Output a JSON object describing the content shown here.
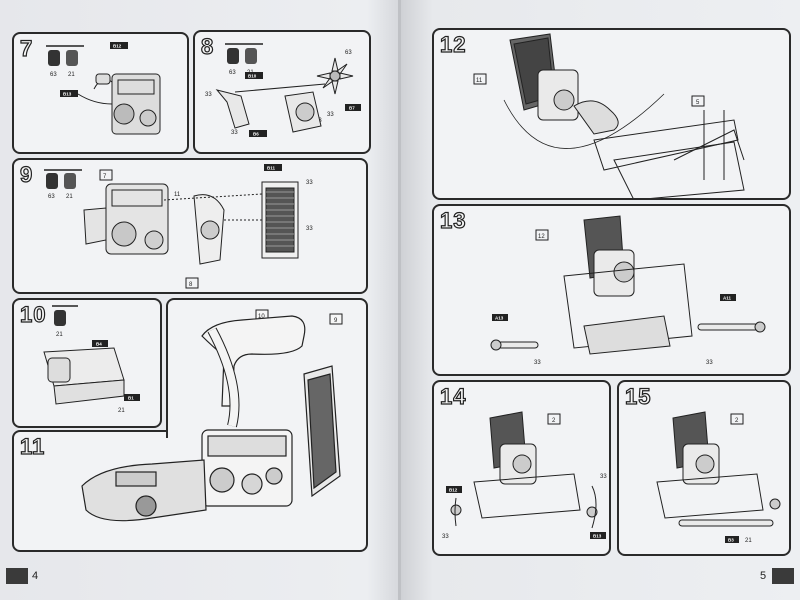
{
  "pages": {
    "left_number": "4",
    "right_number": "5"
  },
  "steps": [
    {
      "number": "7",
      "labels": [
        "63",
        "21"
      ],
      "tags": [
        "B12",
        "B13"
      ]
    },
    {
      "number": "8",
      "labels": [
        "63",
        "21",
        "33",
        "33",
        "33",
        "63",
        "63"
      ],
      "tags": [
        "B10",
        "B6",
        "B7"
      ]
    },
    {
      "number": "9",
      "labels": [
        "63",
        "21",
        "11",
        "33",
        "33"
      ],
      "tags": [
        "B11"
      ],
      "callouts": [
        "7",
        "8"
      ]
    },
    {
      "number": "10",
      "labels": [
        "21",
        "21"
      ],
      "tags": [
        "B4",
        "B1"
      ]
    },
    {
      "number": "11",
      "labels": [],
      "tags": [],
      "callouts": [
        "10",
        "9"
      ]
    },
    {
      "number": "12",
      "labels": [],
      "tags": [],
      "callouts": [
        "11",
        "5"
      ]
    },
    {
      "number": "13",
      "labels": [
        "33",
        "33"
      ],
      "tags": [
        "A13",
        "A11"
      ],
      "callouts": [
        "12"
      ]
    },
    {
      "number": "14",
      "labels": [
        "33",
        "33"
      ],
      "tags": [
        "B12",
        "B13"
      ],
      "callouts": [
        "2"
      ]
    },
    {
      "number": "15",
      "labels": [
        "21"
      ],
      "tags": [
        "B3"
      ],
      "callouts": [
        "2"
      ]
    }
  ]
}
